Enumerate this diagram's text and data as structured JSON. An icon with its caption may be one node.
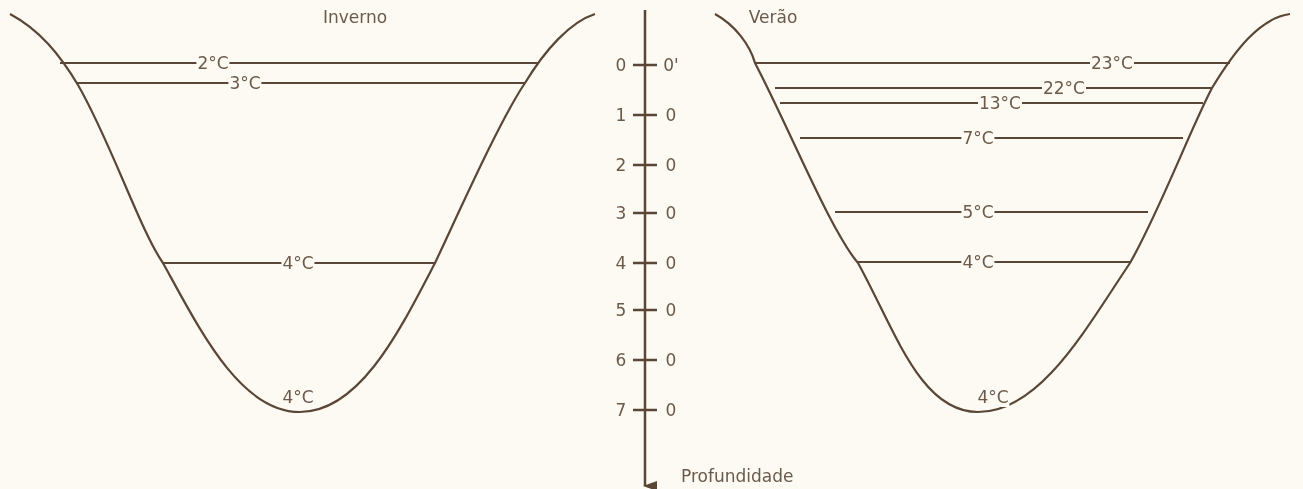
{
  "diagram": {
    "labels": [
      "Inverno",
      "2°C",
      "3°C",
      "4°C",
      "4°C",
      "0",
      "0'",
      "1",
      "0",
      "2",
      "0",
      "3",
      "0",
      "4",
      "0",
      "5",
      "0",
      "6",
      "0",
      "7",
      "0",
      "Profundidade",
      "Verão",
      "23°C",
      "22°C",
      "13°C",
      "7°C",
      "5°C",
      "4°C",
      "4°C"
    ]
  }
}
